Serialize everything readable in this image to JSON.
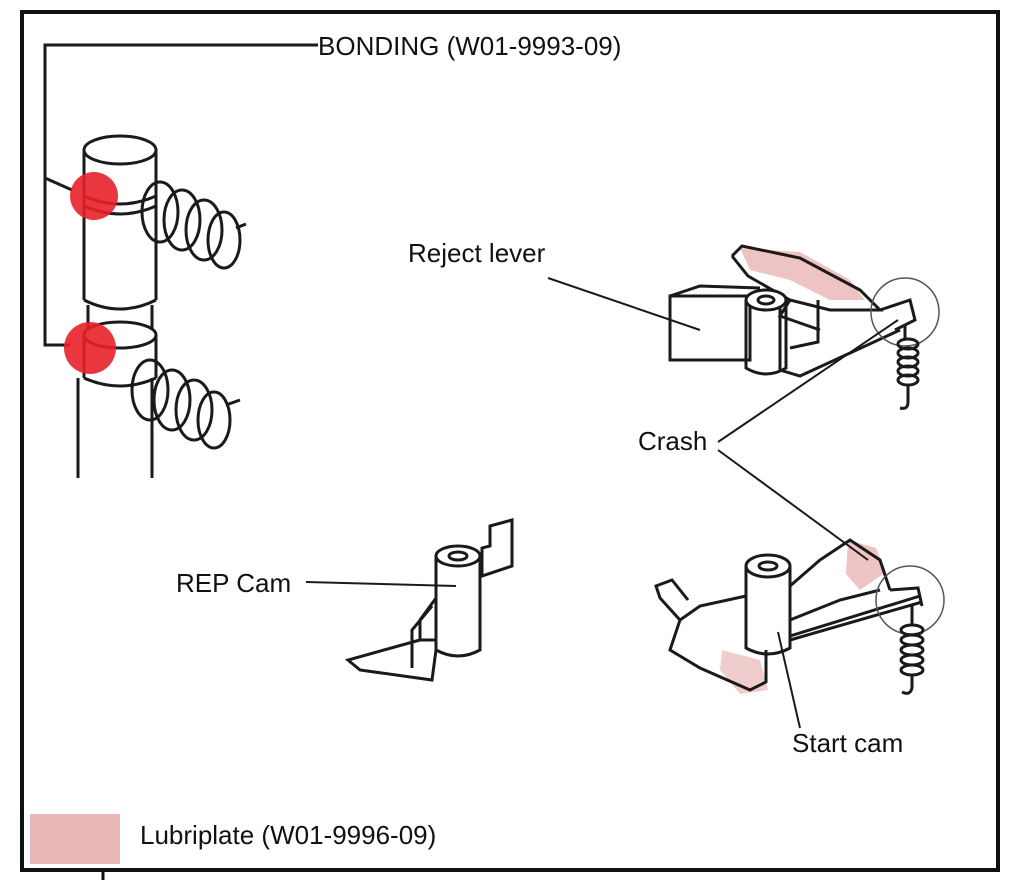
{
  "labels": {
    "bonding": "BONDING (W01-9993-09)",
    "reject_lever": "Reject lever",
    "crash": "Crash",
    "rep_cam": "REP Cam",
    "start_cam": "Start cam",
    "lubriplate": "Lubriplate (W01-9996-09)"
  },
  "colors": {
    "bonding_red": "#e8202a",
    "lubriplate_pink": "#eab8b8",
    "line": "#1a1a1a",
    "frame": "#111111"
  }
}
